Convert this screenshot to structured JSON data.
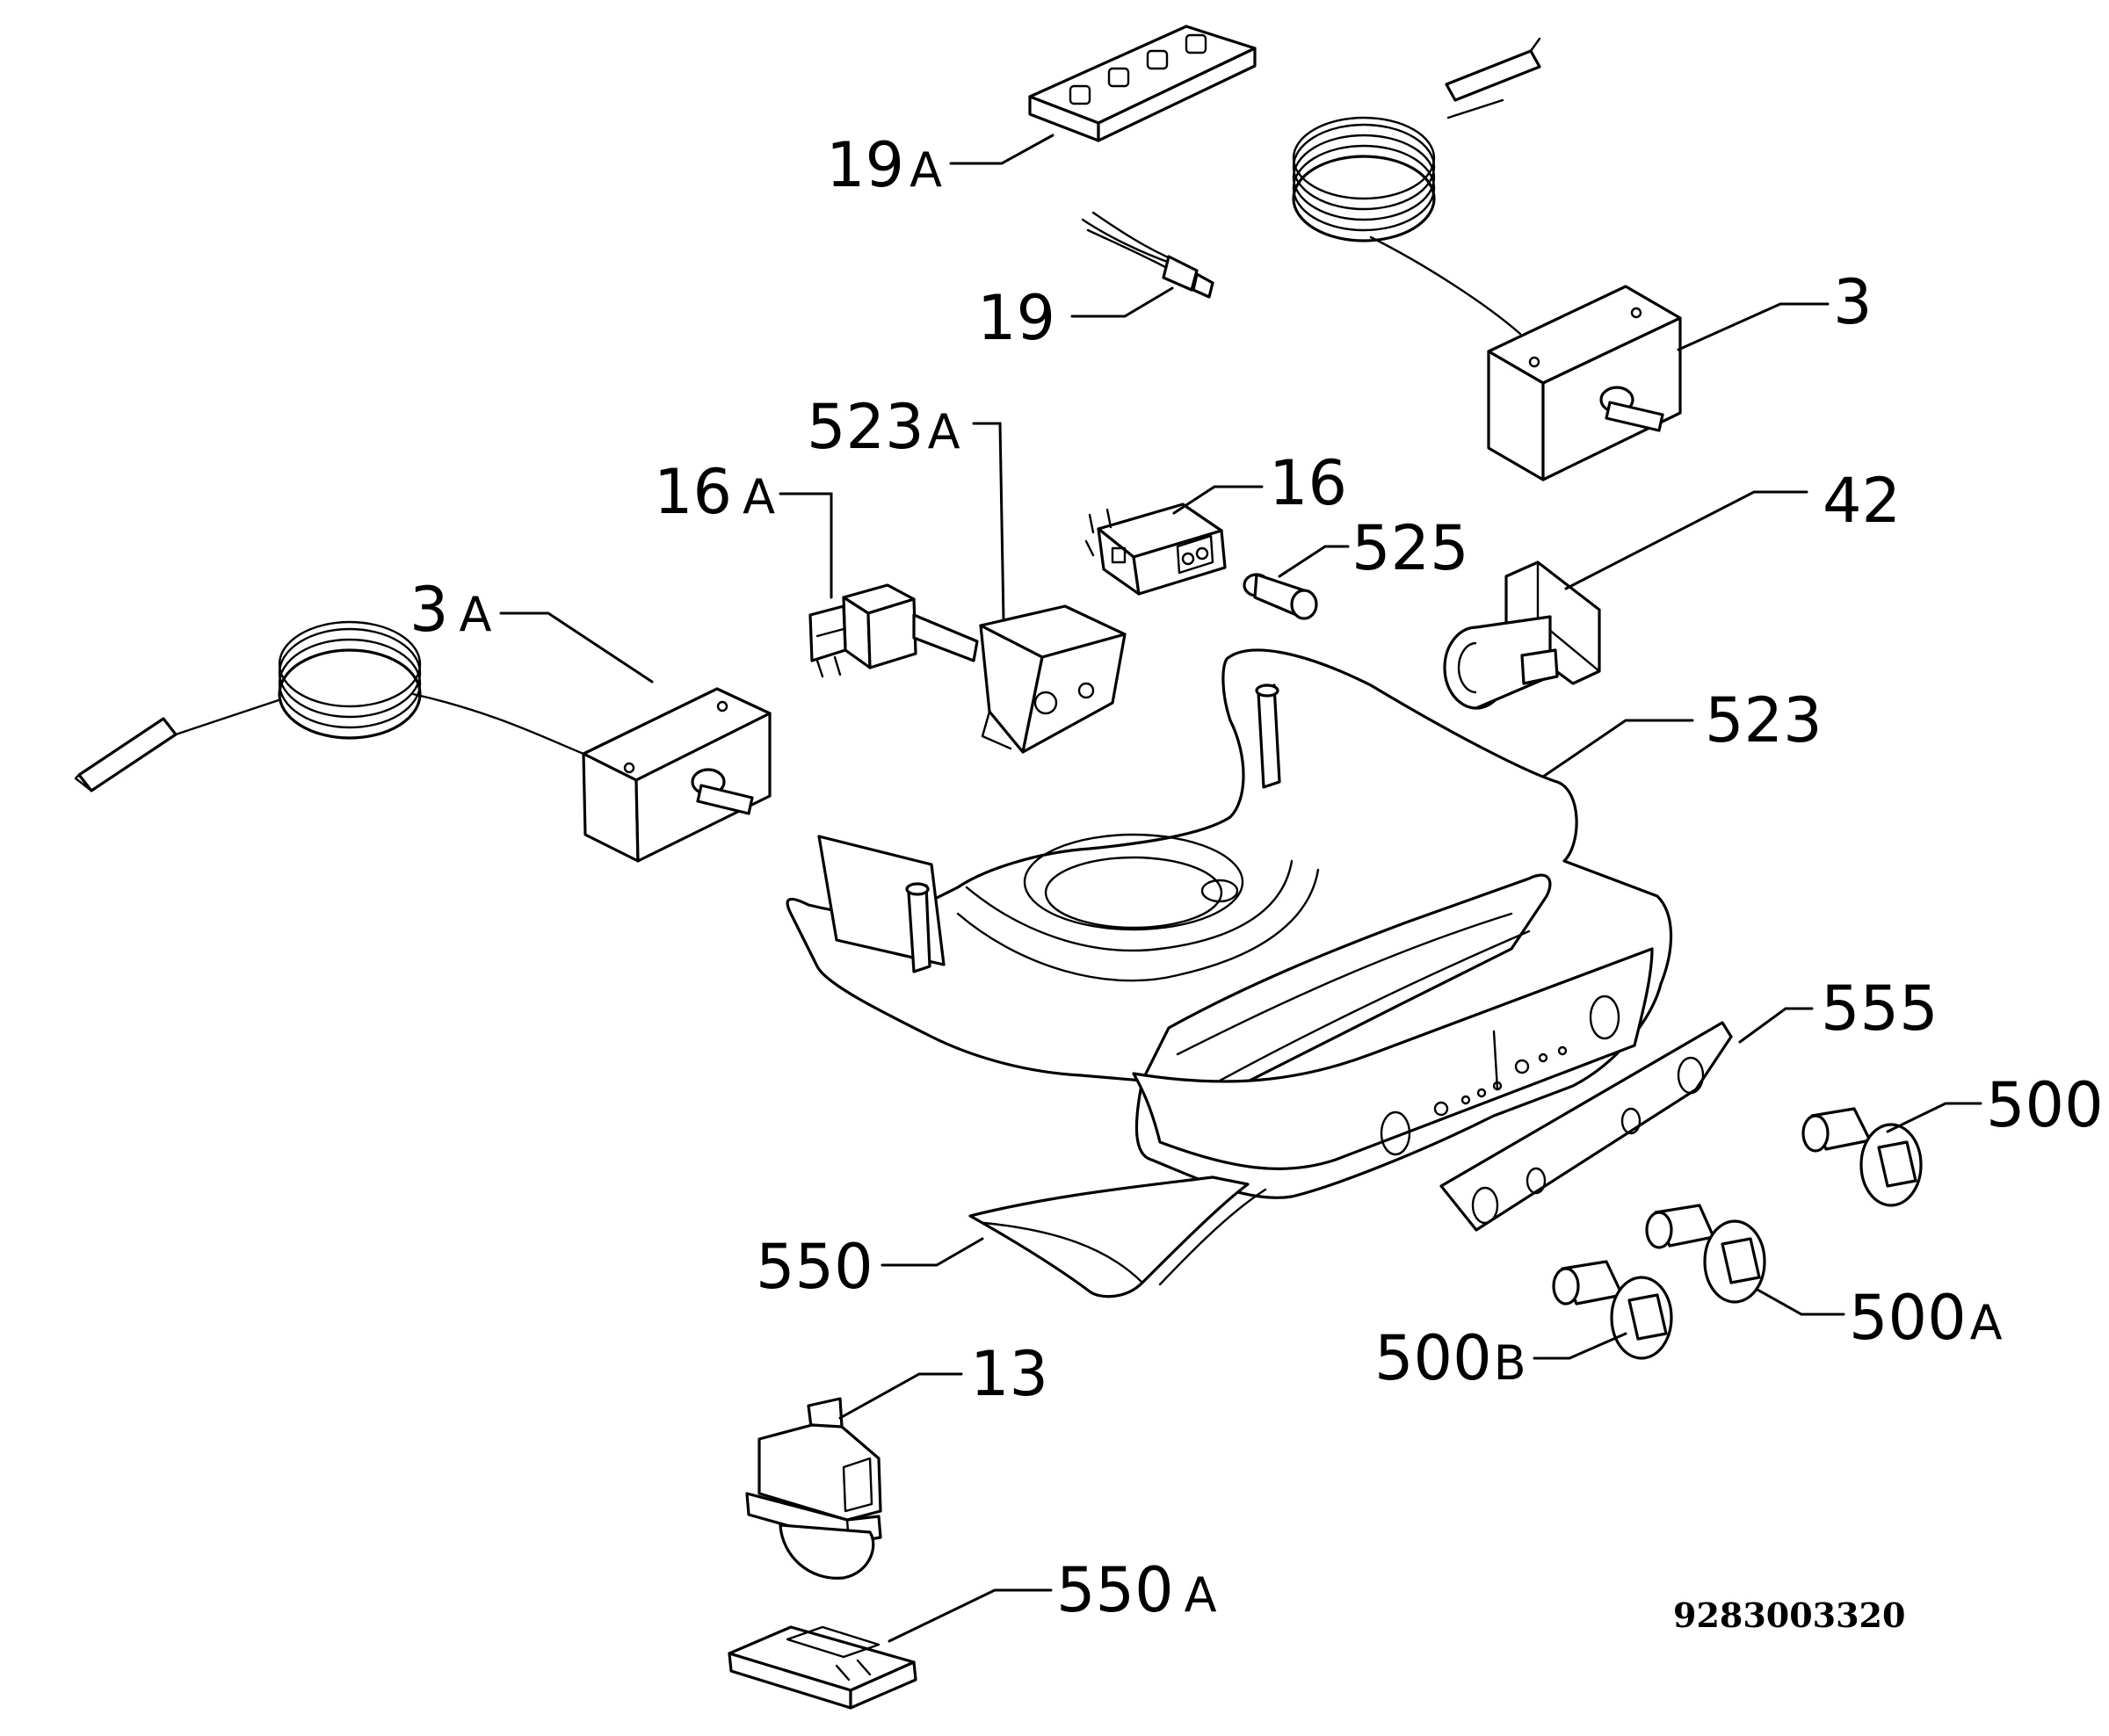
{
  "callouts": {
    "c19A": {
      "num": "19",
      "suffix": "A"
    },
    "c19": {
      "num": "19",
      "suffix": ""
    },
    "c3": {
      "num": "3",
      "suffix": ""
    },
    "c523A": {
      "num": "523",
      "suffix": "A"
    },
    "c16A": {
      "num": "16",
      "suffix": "A"
    },
    "c16": {
      "num": "16",
      "suffix": ""
    },
    "c525": {
      "num": "525",
      "suffix": ""
    },
    "c42": {
      "num": "42",
      "suffix": ""
    },
    "c3A": {
      "num": "3",
      "suffix": "A"
    },
    "c523": {
      "num": "523",
      "suffix": ""
    },
    "c555": {
      "num": "555",
      "suffix": ""
    },
    "c500": {
      "num": "500",
      "suffix": ""
    },
    "c500A": {
      "num": "500",
      "suffix": "A"
    },
    "c500B": {
      "num": "500",
      "suffix": "B"
    },
    "c550": {
      "num": "550",
      "suffix": ""
    },
    "c13": {
      "num": "13",
      "suffix": ""
    },
    "c550A": {
      "num": "550",
      "suffix": "A"
    }
  },
  "diagram_code": "9283003320"
}
